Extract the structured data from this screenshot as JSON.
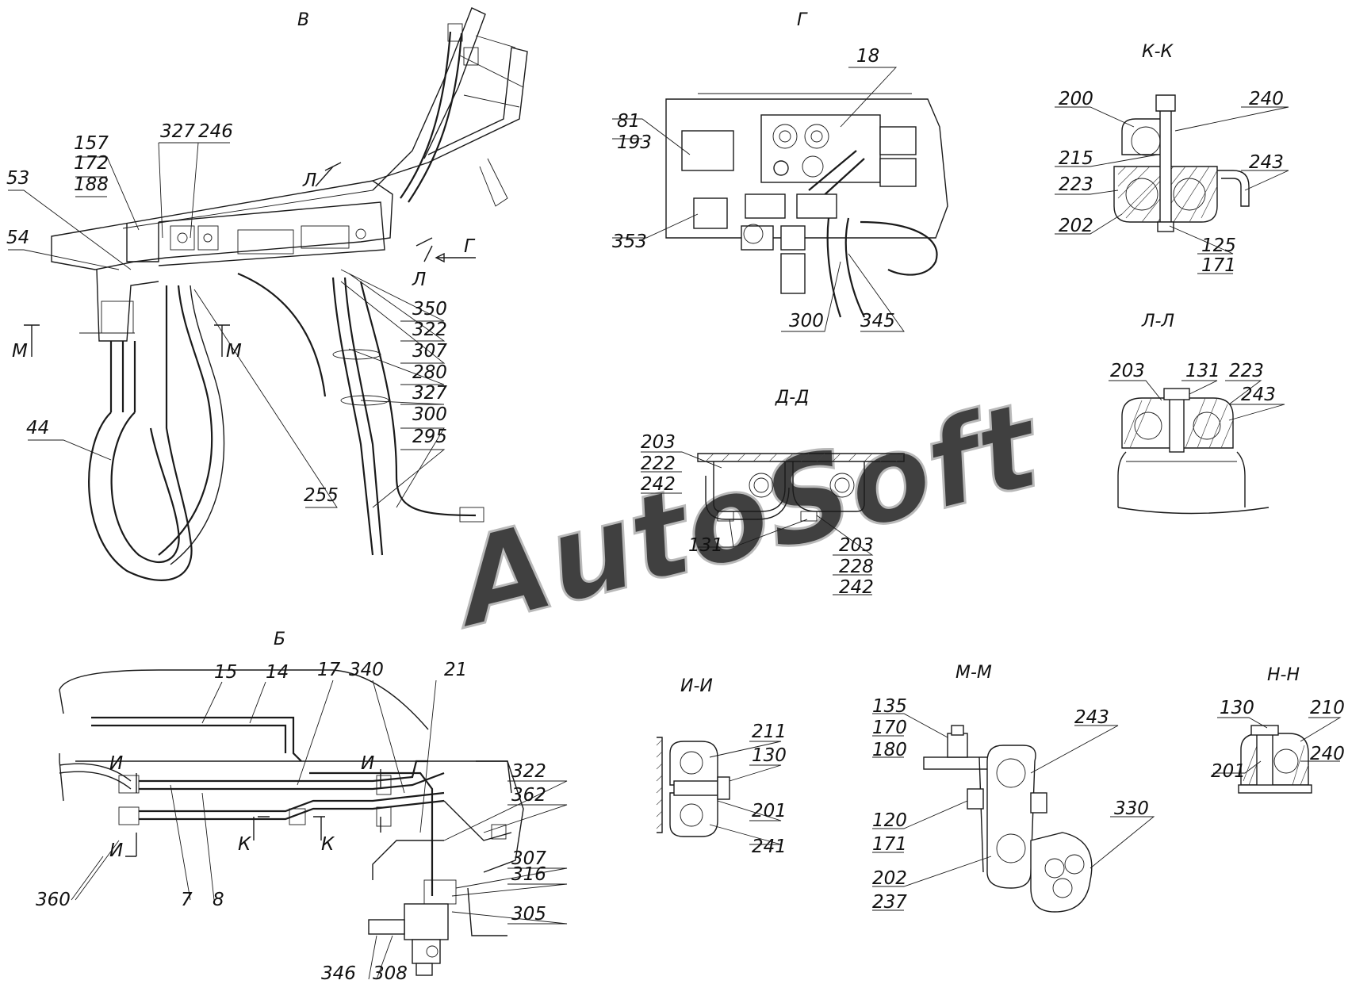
{
  "watermark": "AutoSoft",
  "views": [
    {
      "id": "V",
      "title": "В"
    },
    {
      "id": "G",
      "title": "Г"
    },
    {
      "id": "KK",
      "title": "К-К"
    },
    {
      "id": "LL",
      "title": "Л-Л"
    },
    {
      "id": "DD",
      "title": "Д-Д"
    },
    {
      "id": "B",
      "title": "Б"
    },
    {
      "id": "II",
      "title": "И-И"
    },
    {
      "id": "MM",
      "title": "М-М"
    },
    {
      "id": "NN",
      "title": "Н-Н"
    }
  ],
  "section_marks": [
    "Л",
    "Л",
    "Г",
    "М",
    "М",
    "И",
    "И",
    "И",
    "К",
    "К"
  ],
  "callouts": {
    "v": [
      "157",
      "172",
      "188",
      "327",
      "246",
      "53",
      "54",
      "44",
      "255",
      "350",
      "322",
      "307",
      "280",
      "327",
      "300",
      "295"
    ],
    "g": [
      "81",
      "193",
      "18",
      "353",
      "300",
      "345"
    ],
    "kk": [
      "200",
      "240",
      "215",
      "223",
      "243",
      "202",
      "125",
      "171"
    ],
    "ll": [
      "203",
      "131",
      "223",
      "243"
    ],
    "dd": [
      "203",
      "222",
      "242",
      "131",
      "203",
      "228",
      "242"
    ],
    "b": [
      "15",
      "14",
      "17",
      "340",
      "21",
      "322",
      "362",
      "307",
      "316",
      "305",
      "360",
      "7",
      "8",
      "346",
      "308"
    ],
    "ii": [
      "211",
      "130",
      "201",
      "241"
    ],
    "mm": [
      "135",
      "170",
      "180",
      "243",
      "120",
      "171",
      "202",
      "237",
      "330"
    ],
    "nn": [
      "130",
      "210",
      "201",
      "240"
    ]
  }
}
